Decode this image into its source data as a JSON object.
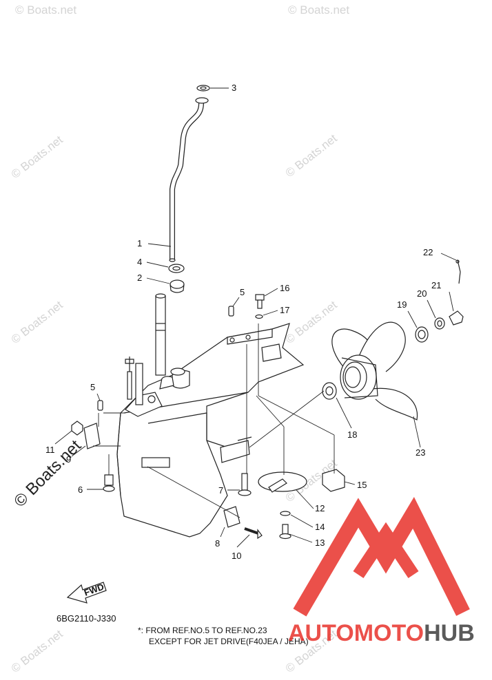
{
  "watermark": "© Boats.net",
  "diagram_code": "6BG2110-J330",
  "fwd_label": "FWD",
  "footnote_line1": "*: FROM REF.NO.5 TO REF.NO.23",
  "footnote_line2": "EXCEPT FOR JET DRIVE(F40JEA / JEHA)",
  "brand": {
    "auto": "AUTO",
    "moto": "MOTO",
    "hub": "HUB",
    "red": "#e8322b",
    "gray": "#5a5a5a"
  },
  "callouts": [
    "1",
    "2",
    "3",
    "4",
    "5",
    "5",
    "6",
    "7",
    "8",
    "9",
    "10",
    "11",
    "12",
    "13",
    "14",
    "15",
    "16",
    "17",
    "18",
    "19",
    "20",
    "21",
    "22",
    "23"
  ]
}
